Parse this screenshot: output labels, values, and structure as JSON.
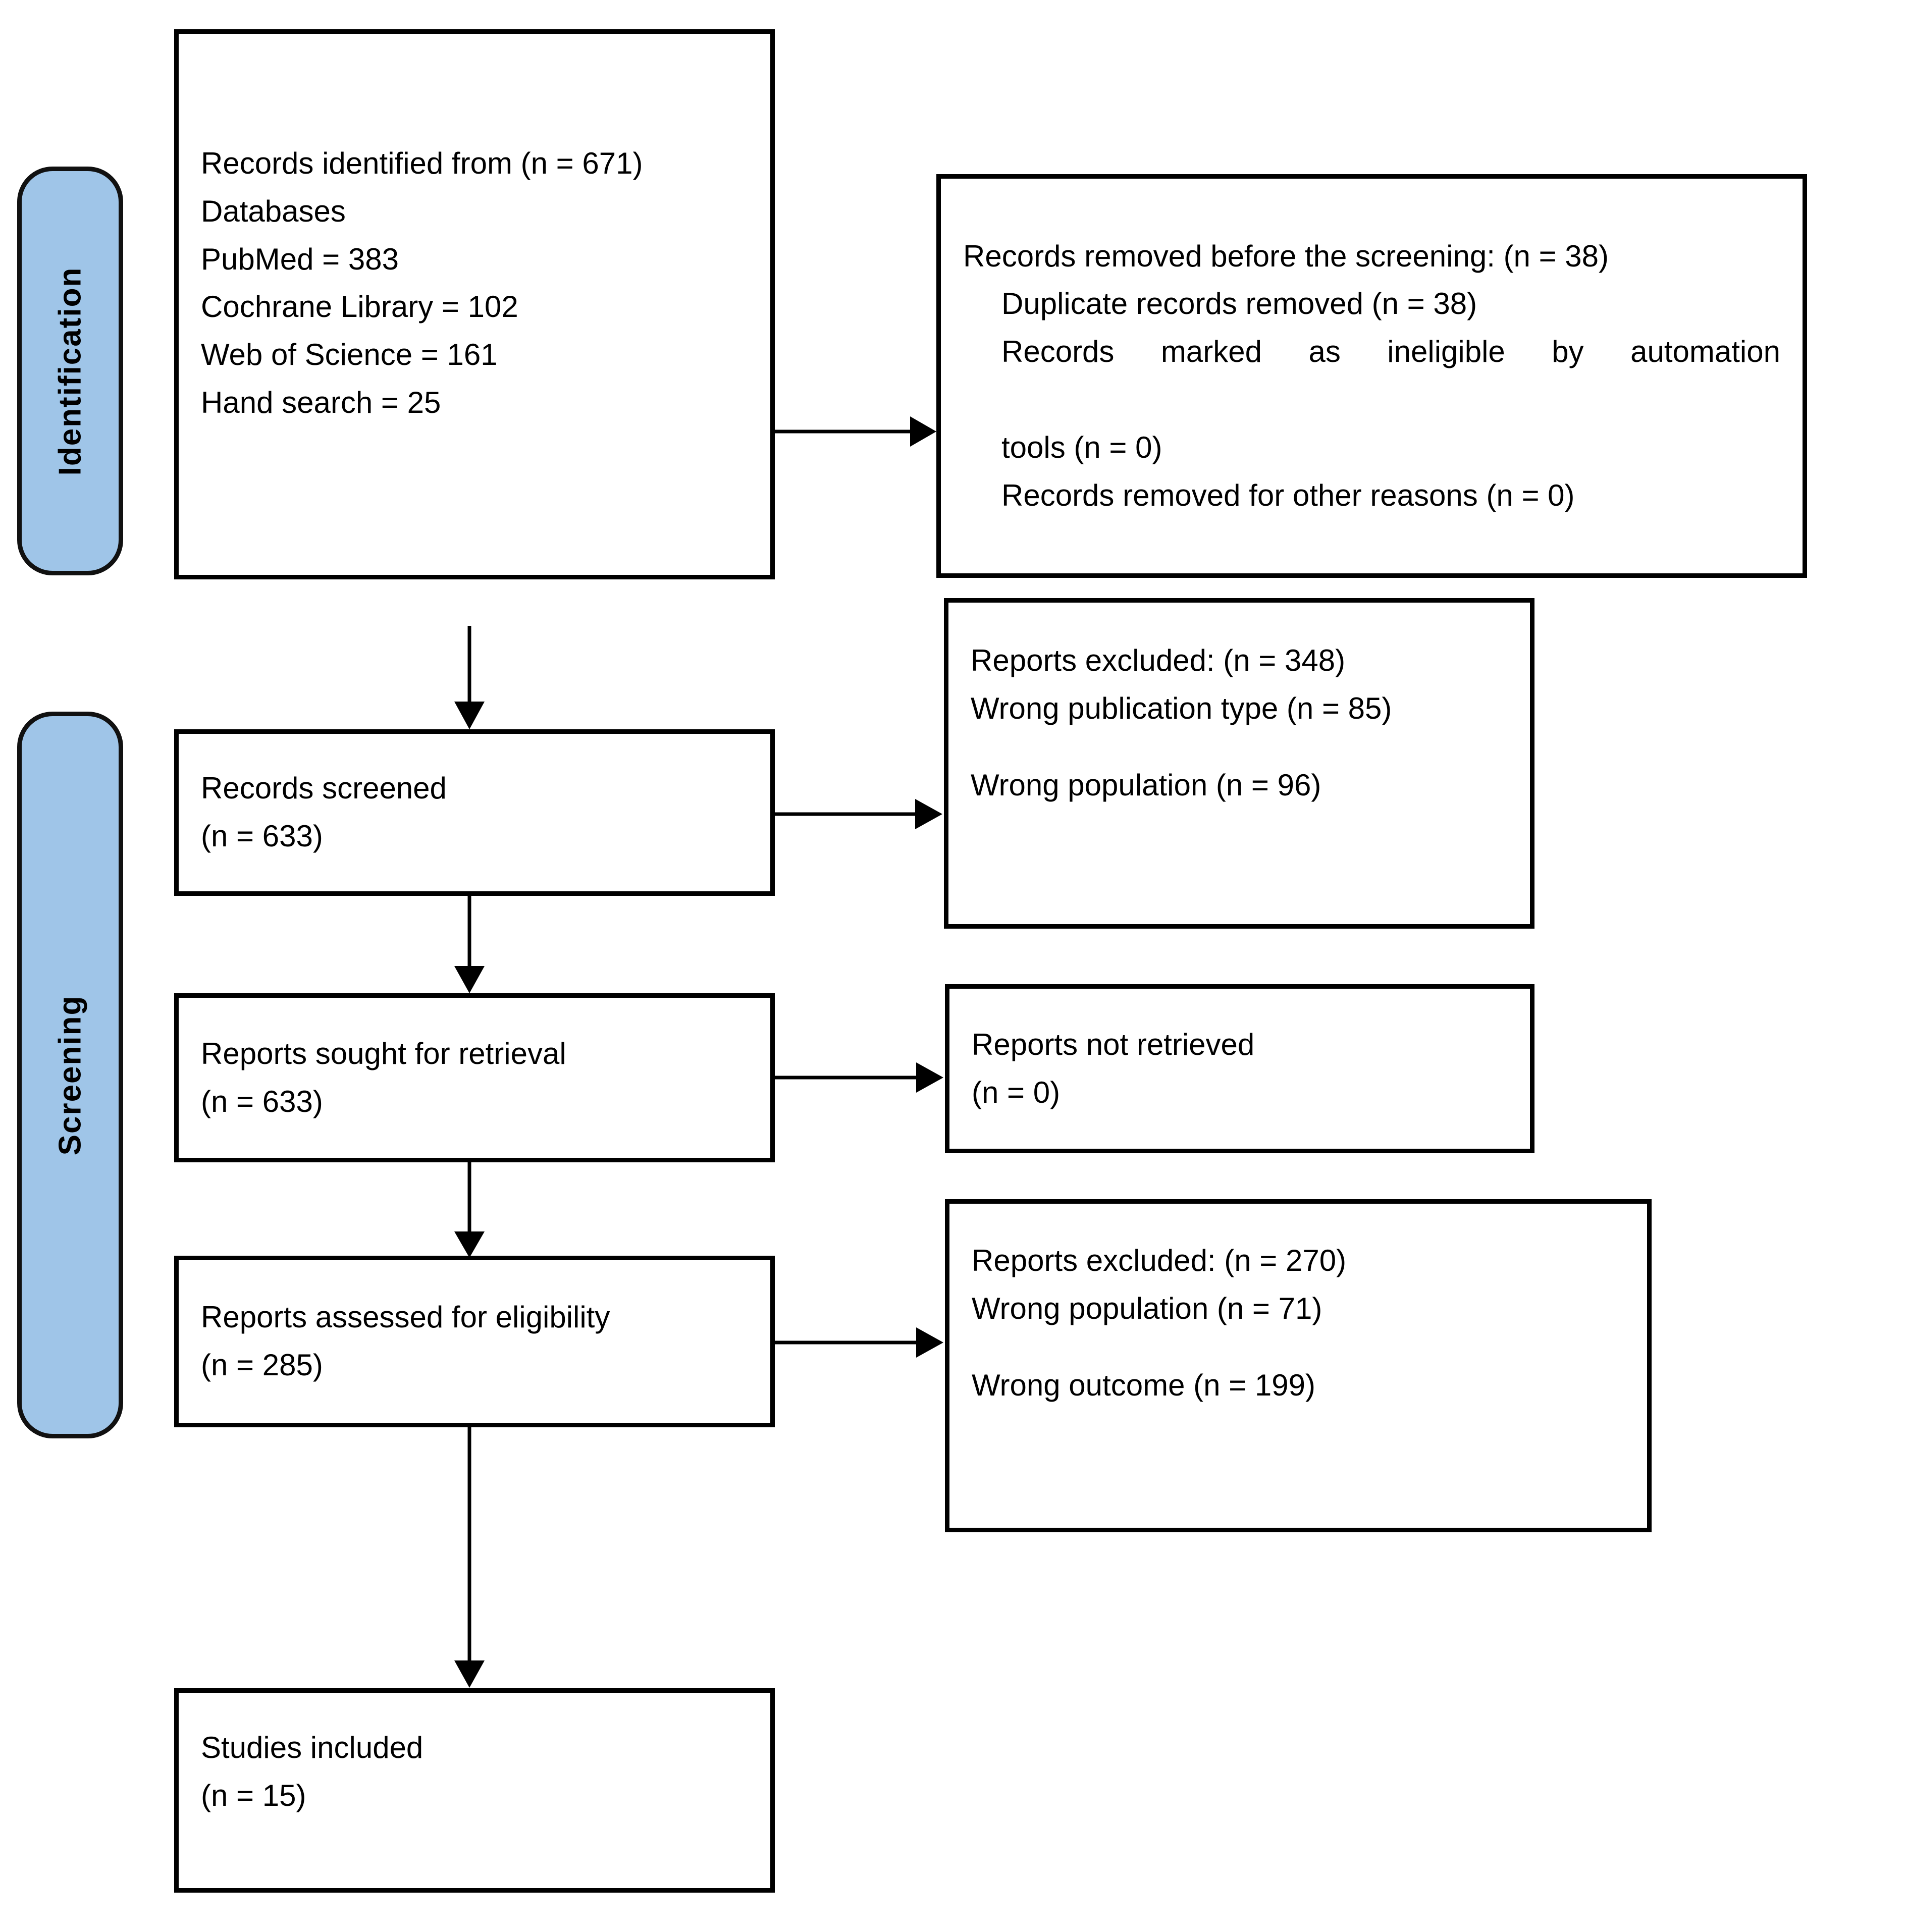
{
  "diagram": {
    "type": "prisma-flow-diagram",
    "accent_color": "#9FC5E8",
    "line_color": "#000000",
    "background": "#ffffff"
  },
  "phases": [
    {
      "id": "identification",
      "label": "Identification"
    },
    {
      "id": "screening",
      "label": "Screening"
    }
  ],
  "boxes": {
    "records_identified": {
      "lines": [
        "Records identified from (n = 671)",
        "Databases",
        "PubMed = 383",
        "Cochrane Library = 102",
        "Web of Science = 161",
        "Hand search = 25"
      ]
    },
    "records_removed": {
      "lines": [
        "Records removed before the screening: (n = 38)",
        "Duplicate records removed (n = 38)",
        "Records marked as ineligible by automation",
        "tools (n = 0)",
        "Records removed for other reasons (n = 0)"
      ]
    },
    "records_screened": {
      "lines": [
        "Records screened",
        "(n = 633)"
      ]
    },
    "reports_excluded_1": {
      "lines": [
        "Reports excluded: (n = 348)",
        "Wrong publication type (n = 85)",
        "",
        "Wrong population (n = 96)"
      ]
    },
    "reports_sought": {
      "lines": [
        "Reports sought for retrieval",
        "(n = 633)"
      ]
    },
    "reports_not_retrieved": {
      "lines": [
        "Reports not retrieved",
        "(n = 0)"
      ]
    },
    "reports_assessed": {
      "lines": [
        "Reports assessed for eligibility",
        "(n = 285)"
      ]
    },
    "reports_excluded_2": {
      "lines": [
        "Reports excluded: (n = 270)",
        "Wrong population (n = 71)",
        "",
        "Wrong outcome (n = 199)"
      ]
    },
    "studies_included": {
      "lines": [
        "Studies included",
        "(n = 15)"
      ]
    }
  },
  "counts": {
    "records_identified_total": 671,
    "pubmed": 383,
    "cochrane_library": 102,
    "web_of_science": 161,
    "hand_search": 25,
    "records_removed_before_screening": 38,
    "duplicate_records_removed": 38,
    "ineligible_by_automation_tools": 0,
    "removed_other_reasons": 0,
    "records_screened": 633,
    "reports_excluded_screening": 348,
    "wrong_publication_type": 85,
    "wrong_population_screening": 96,
    "reports_sought_for_retrieval": 633,
    "reports_not_retrieved": 0,
    "reports_assessed_for_eligibility": 285,
    "reports_excluded_eligibility": 270,
    "wrong_population_eligibility": 71,
    "wrong_outcome": 199,
    "studies_included": 15
  }
}
